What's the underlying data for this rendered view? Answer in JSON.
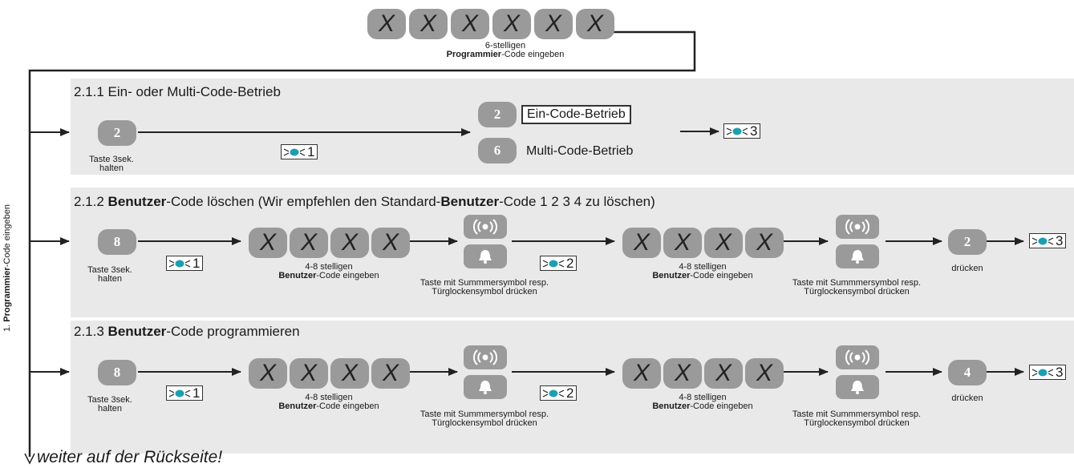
{
  "header": {
    "keys": [
      "X",
      "X",
      "X",
      "X",
      "X",
      "X"
    ],
    "caption_line1": "6-stelligen",
    "caption_bold": "Programmier",
    "caption_rest": "-Code eingeben"
  },
  "side_label": {
    "prefix": "1. ",
    "bold": "Programmier",
    "rest": "-Code eingeben"
  },
  "section1": {
    "title": "2.1.1 Ein- oder Multi-Code-Betrieb",
    "start_key": "2",
    "start_caption": "Taste 3sek. halten",
    "led1": "1",
    "option_a_key": "2",
    "option_a_label": "Ein-Code-Betrieb",
    "option_b_key": "6",
    "option_b_label": "Multi-Code-Betrieb",
    "led_end": "3"
  },
  "section2": {
    "title_num": "2.1.2 ",
    "title_bold1": "Benutzer",
    "title_mid": "-Code löschen (Wir empfehlen den Standard-",
    "title_bold2": "Benutzer",
    "title_end": "-Code 1 2 3 4 zu löschen)",
    "start_key": "8",
    "start_caption": "Taste 3sek. halten",
    "led1": "1",
    "code_keys": [
      "X",
      "X",
      "X",
      "X"
    ],
    "code_caption_line1": "4-8 stelligen",
    "code_caption_bold": "Benutzer",
    "code_caption_rest": "-Code eingeben",
    "led2": "2",
    "buzzer_caption": "Taste mit Summmersymbol resp. Türglockensymbol drücken",
    "final_key": "2",
    "final_caption": "drücken",
    "led_end": "3"
  },
  "section3": {
    "title_num": "2.1.3 ",
    "title_bold": "Benutzer",
    "title_rest": "-Code programmieren",
    "start_key": "8",
    "start_caption": "Taste 3sek. halten",
    "led1": "1",
    "code_keys": [
      "X",
      "X",
      "X",
      "X"
    ],
    "code_caption_line1": "4-8 stelligen",
    "code_caption_bold": "Benutzer",
    "code_caption_rest": "-Code eingeben",
    "led2": "2",
    "buzzer_caption": "Taste mit Summmersymbol resp. Türglockensymbol drücken",
    "final_key": "4",
    "final_caption": "drücken",
    "led_end": "3"
  },
  "footer": {
    "text": "weiter auf der Rückseite!"
  },
  "colors": {
    "panel": "#e9e9e9",
    "key": "#9a9a9a",
    "led": "#1aa0b4",
    "line": "#222222"
  }
}
